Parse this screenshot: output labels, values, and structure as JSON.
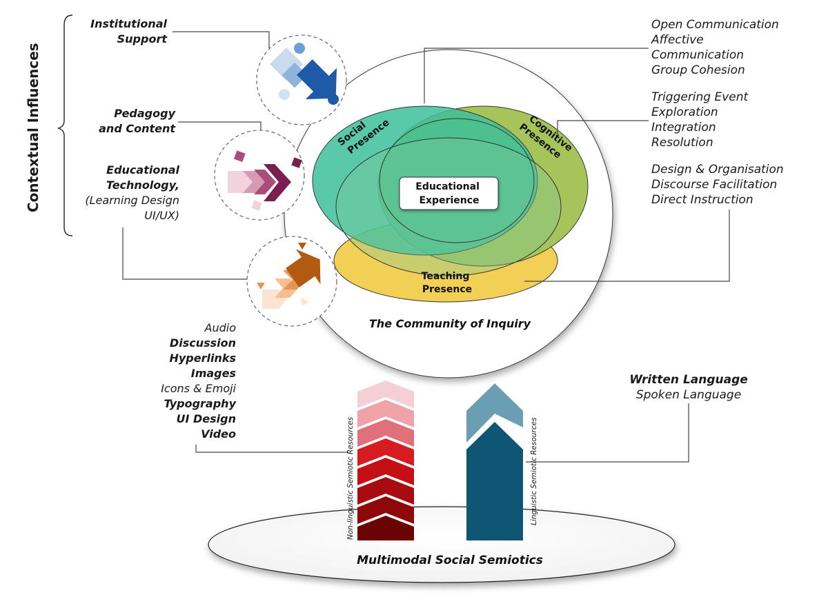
{
  "sidebar": {
    "title": "Contextual Influences",
    "institutional": [
      "Institutional",
      "Support"
    ],
    "pedagogy": [
      "Pedagogy",
      "and Content"
    ],
    "edtech": {
      "title_lines": [
        "Educational",
        "Technology,"
      ],
      "sub_lines": [
        "(Learning Design",
        "UI/UX)"
      ]
    }
  },
  "coi": {
    "title": "The Community of Inquiry",
    "social": [
      "Social",
      "Presence"
    ],
    "cognitive": [
      "Cognitive",
      "Presence"
    ],
    "teaching": [
      "Teaching",
      "Presence"
    ],
    "center": [
      "Educational",
      "Experience"
    ],
    "colors": {
      "social": "#3dbf9a",
      "cognitive": "#a6c45a",
      "teaching": "#f2cf55",
      "institutional": "#1f5aa6",
      "pedagogy": "#7a1f4f",
      "technology": "#b35a12"
    }
  },
  "categories": {
    "social": [
      "Open Communication",
      "Affective",
      "Communication",
      "Group Cohesion"
    ],
    "cognitive": [
      "Triggering Event",
      "Exploration",
      "Integration",
      "Resolution"
    ],
    "teaching": [
      "Design & Organisation",
      "Discourse Facilitation",
      "Direct Instruction"
    ]
  },
  "semiotics": {
    "title": "Multimodal Social Semiotics",
    "nonlinguistic_label": "Non-linguistic Semiotic Resources",
    "linguistic_label": "Linguistic Semiotic Resources",
    "nonlinguistic_items": [
      {
        "text": "Audio",
        "bold": false
      },
      {
        "text": "Discussion",
        "bold": true
      },
      {
        "text": "Hyperlinks",
        "bold": true
      },
      {
        "text": "Images",
        "bold": true
      },
      {
        "text": "Icons & Emoji",
        "bold": false
      },
      {
        "text": "Typography",
        "bold": true
      },
      {
        "text": "UI Design",
        "bold": true
      },
      {
        "text": "Video",
        "bold": true
      }
    ],
    "linguistic_items": [
      {
        "text": "Written Language",
        "bold": true
      },
      {
        "text": "Spoken Language",
        "bold": false
      }
    ],
    "colors": {
      "nonlinguistic": [
        "#f6cfd6",
        "#eda3a8",
        "#e0707a",
        "#d61c20",
        "#c41015",
        "#a80c10",
        "#8e0709",
        "#6a0404"
      ],
      "linguistic": [
        "#6a9fb3",
        "#0e5673"
      ]
    }
  }
}
